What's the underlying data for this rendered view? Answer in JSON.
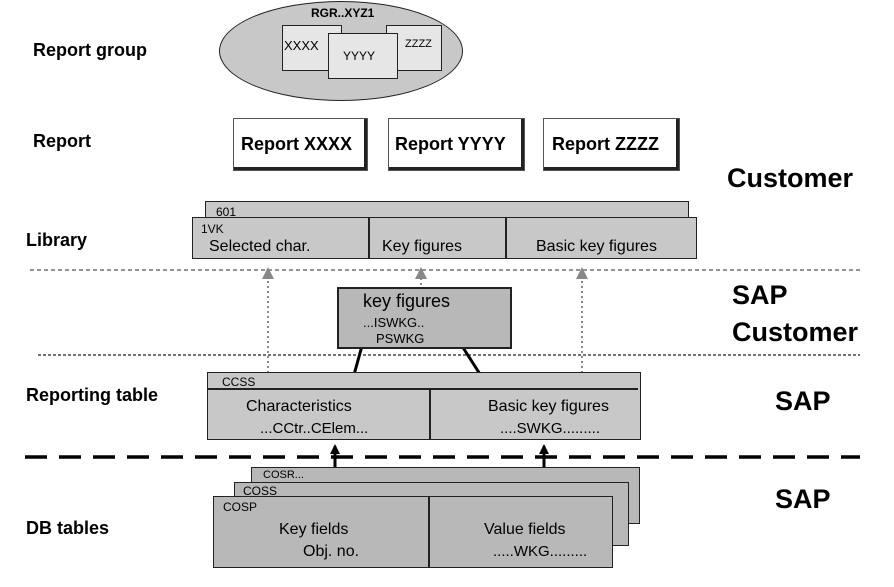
{
  "row_labels": {
    "report_group": "Report group",
    "report": "Report",
    "library": "Library",
    "reporting_table": "Reporting table",
    "db_tables": "DB tables"
  },
  "layer_labels": {
    "customer": "Customer",
    "sap_customer_1": "SAP",
    "sap_customer_2": "Customer",
    "sap_reporting": "SAP",
    "sap_db": "SAP"
  },
  "report_group": {
    "name": "RGR..XYZ1",
    "members": [
      "XXXX",
      "YYYY",
      "ZZZZ"
    ]
  },
  "reports": [
    "Report XXXX",
    "Report YYYY",
    "Report ZZZZ"
  ],
  "library": {
    "id": "601",
    "sub_id": "1VK",
    "sections": [
      "Selected char.",
      "Key figures",
      "Basic key figures"
    ]
  },
  "key_figures_box": {
    "title": "key figures",
    "line1": "...ISWKG..",
    "line2": "PSWKG"
  },
  "reporting_table": {
    "name": "CCSS",
    "left_title": "Characteristics",
    "left_detail": "...CCtr..CElem...",
    "right_title": "Basic key figures",
    "right_detail": "....SWKG........."
  },
  "db_tables": {
    "back_name": "COSR...",
    "middle_name": "COSS",
    "front_name": "COSP",
    "left_title": "Key fields",
    "left_detail": "Obj. no.",
    "right_title": "Value fields",
    "right_detail": ".....WKG........."
  }
}
